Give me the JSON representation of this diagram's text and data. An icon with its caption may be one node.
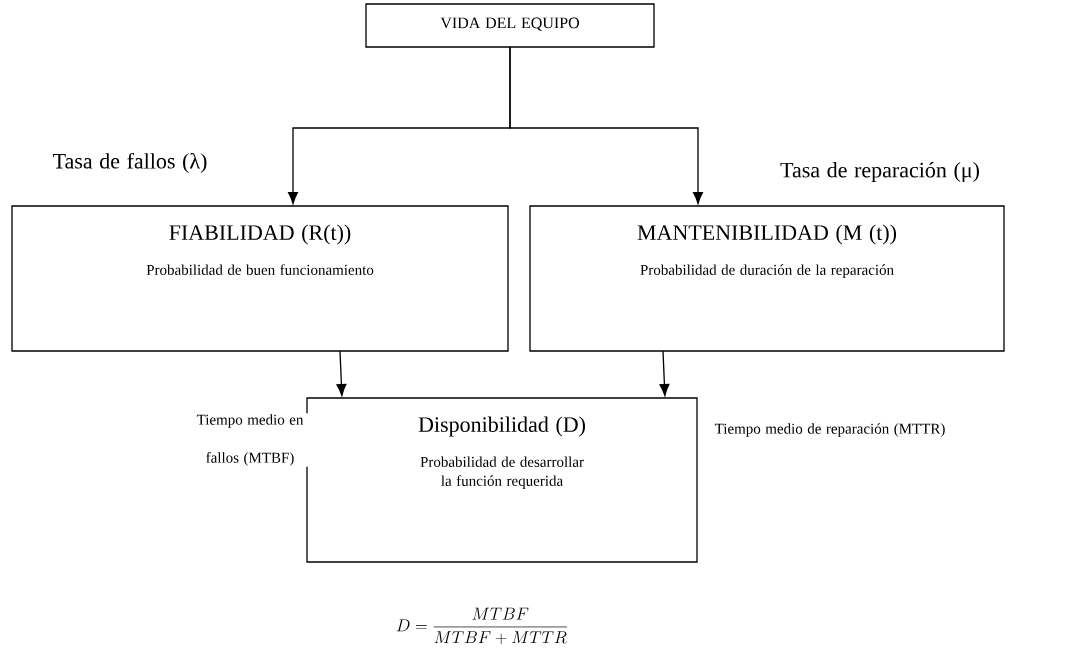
{
  "diagram": {
    "nodes": [
      {
        "text": [
          "VIDA DEL EQUIPO"
        ]
      },
      {
        "text": [
          "FIABILIDAD (R(t))",
          "Probabilidad de buen funcionamiento"
        ]
      },
      {
        "text": [
          "MANTENIBILIDAD (M (t))",
          "Probabilidad de duración de la reparación"
        ]
      },
      {
        "text": [
          "Disponibilidad (D)",
          "Probabilidad de desarrollar la función requerida"
        ]
      }
    ],
    "edges": [
      {
        "from": 0,
        "to": 1,
        "arrow": "to",
        "label": "Tasa de fallos (λ)"
      },
      {
        "from": 0,
        "to": 2,
        "arrow": "to",
        "label": "Tasa de reparación (μ)"
      },
      {
        "from": 1,
        "to": 3,
        "arrow": "to",
        "label": "Tiempo medio en fallos (MTBF)"
      },
      {
        "from": 2,
        "to": 3,
        "arrow": "to",
        "label": "Tiempo medio de reparación (MTTR)"
      }
    ],
    "labels": [
      "D=\\frac{MTBF}{MTBF+MTTR}"
    ]
  }
}
